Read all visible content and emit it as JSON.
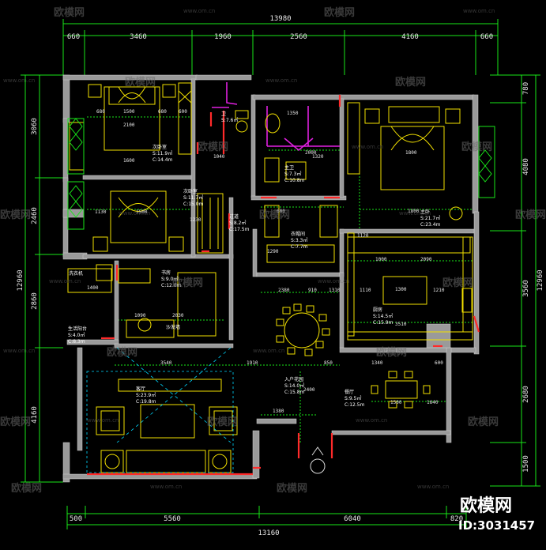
{
  "dimensions": {
    "top_total": "13980",
    "top": [
      "660",
      "3460",
      "1960",
      "2560",
      "4160",
      "660"
    ],
    "bottom_total": "13160",
    "bottom": [
      "500",
      "5560",
      "6040",
      "820"
    ],
    "left_total": "12960",
    "left": [
      "3060",
      "2460",
      "2860",
      "4160"
    ],
    "right_total": "12960",
    "right": [
      "780",
      "4080",
      "3560",
      "2680",
      "1500"
    ],
    "interior": [
      "680",
      "1500",
      "680",
      "600",
      "2100",
      "1600",
      "1130",
      "1500",
      "1230",
      "1400",
      "1090",
      "2030",
      "3540",
      "1910",
      "850",
      "600",
      "1380",
      "1800",
      "2000",
      "2380",
      "910",
      "1310",
      "1110",
      "1000",
      "2090",
      "3510",
      "1210",
      "600",
      "1300",
      "1500",
      "1640",
      "1340",
      "2400",
      "1350",
      "1800",
      "1290",
      "1320",
      "1120",
      "1040"
    ]
  },
  "rooms": [
    {
      "name": "次卧室",
      "area": "S:11.9㎡",
      "perimeter": "C:14.4m"
    },
    {
      "name": "次卧室",
      "area": "S:11.7㎡",
      "perimeter": "C:15.0m"
    },
    {
      "name": "书房",
      "area": "S:9.0㎡",
      "perimeter": "C:12.0m"
    },
    {
      "name": "主卫",
      "area": "S:7.3㎡",
      "perimeter": "C:10.8m"
    },
    {
      "name": "卫",
      "area": "S:7.6㎡",
      "perimeter": ""
    },
    {
      "name": "主卧",
      "area": "S:21.7㎡",
      "perimeter": "C:23.4m"
    },
    {
      "name": "过道",
      "area": "S:8.2㎡",
      "perimeter": "C:17.5m"
    },
    {
      "name": "衣帽间",
      "area": "S:3.3㎡",
      "perimeter": "C:7.7m"
    },
    {
      "name": "厨房",
      "area": "S:14.5㎡",
      "perimeter": "C:15.9m"
    },
    {
      "name": "生活阳台",
      "area": "S:4.0㎡",
      "perimeter": "C:8.3m"
    },
    {
      "name": "入户花园",
      "area": "S:14.0㎡",
      "perimeter": "C:15.8m"
    },
    {
      "name": "客厅",
      "area": "S:23.9㎡",
      "perimeter": "C:19.8m"
    },
    {
      "name": "餐厅",
      "area": "S:9.5㎡",
      "perimeter": "C:12.5m"
    }
  ],
  "labels": {
    "balcony": "洗衣机",
    "play": "沙发墙"
  },
  "watermark": {
    "brand": "欧模网",
    "url": "www.om.cn"
  },
  "badge": {
    "brand": "欧模网",
    "id": "ID:3031457"
  },
  "colors": {
    "background": "#000000",
    "dimension": "#19e619",
    "furniture": "#f2e000",
    "wall": "#9a9a9a",
    "door": "#ff2a2a",
    "accent": "#e020e0"
  }
}
